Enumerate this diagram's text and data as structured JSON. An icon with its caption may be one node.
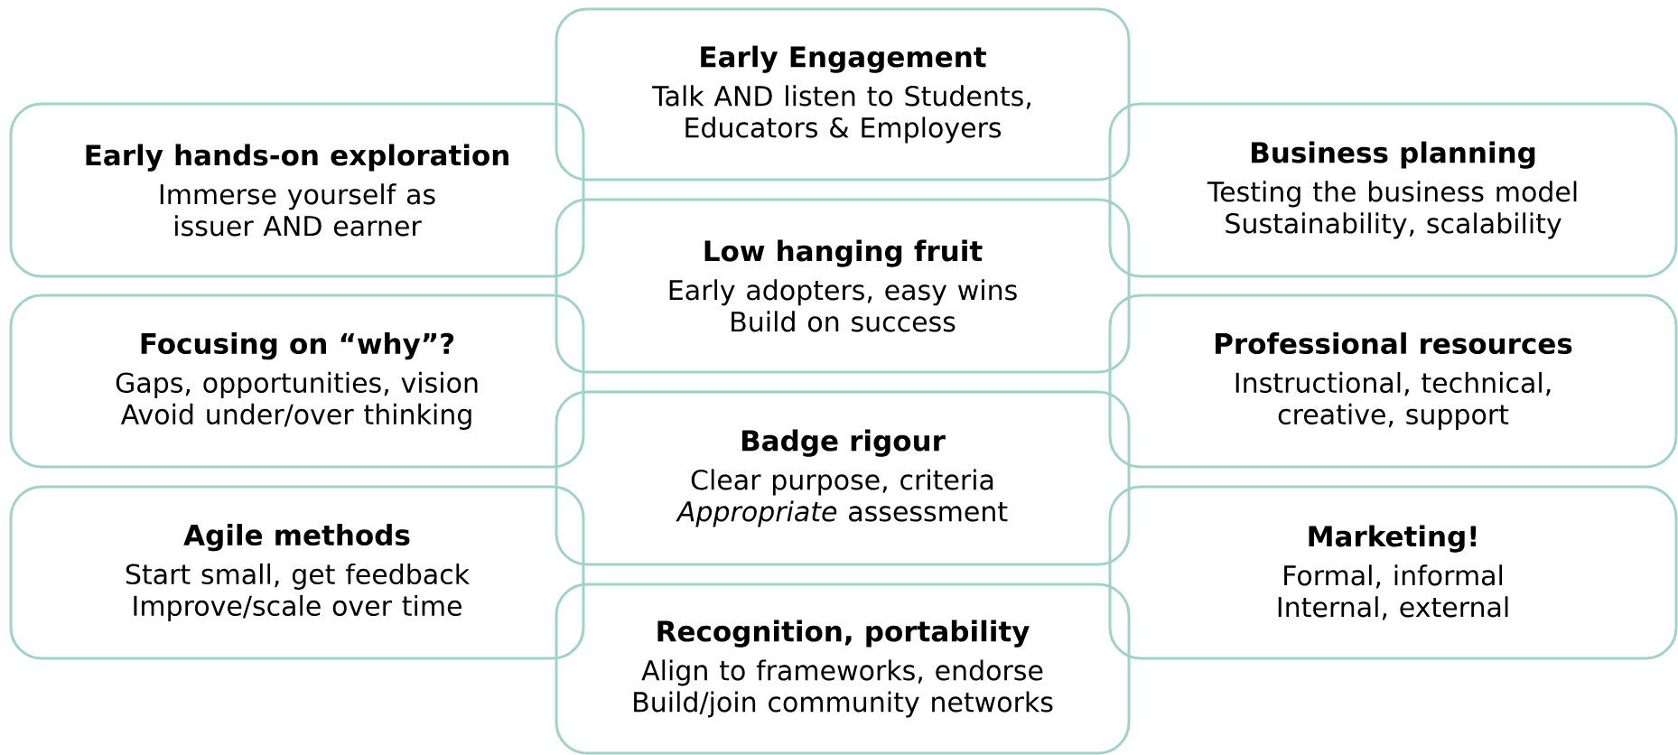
{
  "diagram": {
    "nodes": [
      {
        "text": [
          "Early Engagement",
          "Talk AND listen to Students, Educators & Employers"
        ]
      },
      {
        "text": [
          "Early hands-on exploration",
          "Immerse yourself as issuer AND earner"
        ]
      },
      {
        "text": [
          "Business planning",
          "Testing the business model Sustainability, scalability"
        ]
      },
      {
        "text": [
          "Low hanging fruit",
          "Early adopters, easy wins Build on success"
        ]
      },
      {
        "text": [
          "Focusing on “why”?",
          "Gaps, opportunities, vision Avoid under/over thinking"
        ]
      },
      {
        "text": [
          "Professional resources",
          "Instructional, technical, creative, support"
        ]
      },
      {
        "text": [
          "Badge rigour",
          "Clear purpose, criteria *Appropriate* assessment"
        ]
      },
      {
        "text": [
          "Agile methods",
          "Start small, get feedback Improve/scale over time"
        ]
      },
      {
        "text": [
          "Marketing!",
          "Formal, informal Internal, external"
        ]
      },
      {
        "text": [
          "Recognition, portability",
          "Align to frameworks, endorse Build/join community networks"
        ]
      }
    ]
  }
}
